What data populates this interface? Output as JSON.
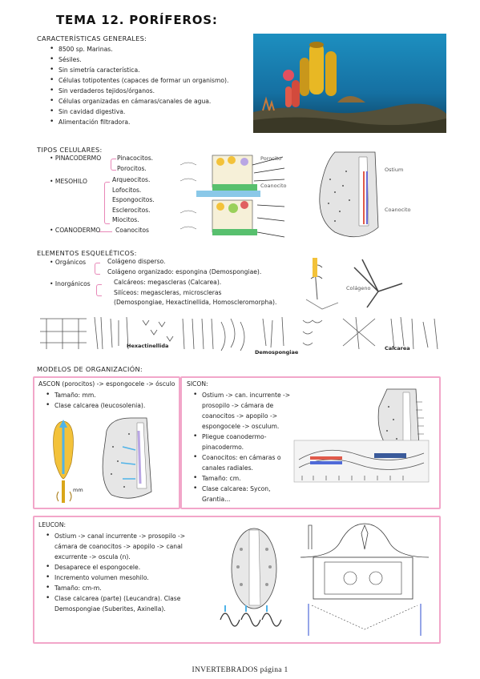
{
  "title": "TEMA 12. PORÍFEROS:",
  "general": {
    "heading": "CARACTERÍSTICAS GENERALES:",
    "items": [
      "8500 sp. Marinas.",
      "Sésiles.",
      "Sin simetría característica.",
      "Células totipotentes (capaces de formar un organismo).",
      "Sin verdaderos tejidos/órganos.",
      "Células organizadas en cámaras/canales de agua.",
      "Sin cavidad digestiva.",
      "Alimentación filtradora."
    ]
  },
  "cell_types": {
    "heading": "TIPOS CELULARES:",
    "pinacodermo": {
      "label": "PINACODERMO",
      "items": [
        "Pinacocitos.",
        "Porocitos."
      ]
    },
    "mesohilo": {
      "label": "MESOHILO",
      "items": [
        "Arqueocitos.",
        "Lofocitos.",
        "Espongocitos.",
        "Esclerocitos.",
        "Miocitos."
      ]
    },
    "coanodermo": {
      "label": "COANODERMO",
      "items": [
        "Coanocitos"
      ]
    }
  },
  "skeletal": {
    "heading": "ELEMENTOS ESQUELÉTICOS:",
    "organicos": {
      "label": "Orgánicos",
      "items": [
        "Colágeno disperso.",
        "Colágeno organizado: espongina (Demospongiae)."
      ]
    },
    "inorganicos": {
      "label": "Inorgánicos",
      "items": [
        "Calcáreos: megascleras (Calcarea).",
        "Silíceos: megascleras, microscleras",
        "(Demospongiae, Hexactinellida, Homoscleromorpha)."
      ]
    },
    "fig_labels": [
      "Hexactinellida",
      "Demospongiae",
      "Calcarea"
    ]
  },
  "models": {
    "heading": "MODELOS DE ORGANIZACIÓN:",
    "ascon": {
      "heading": "ASCON (porocitos) -> espongocele -> ósculo",
      "items": [
        "Tamaño: mm.",
        "Clase calcarea (leucosolenia)."
      ],
      "fig_label": "mm"
    },
    "sicon": {
      "heading": "SICON:",
      "items": [
        "Ostium -> can. incurrente -> prosopilo -> cámara de coanocitos -> apopilo -> espongocele -> osculum.",
        "Pliegue coanodermo-pinacodermo.",
        "Coanocitos: en cámaras o canales radiales.",
        "Tamaño: cm.",
        "Clase calcarea: Sycon, Grantia..."
      ]
    },
    "leucon": {
      "heading": "LEUCON:",
      "items": [
        "Ostium -> canal incurrente -> prosopilo -> cámara de coanocitos -> apopilo -> canal excurrente -> oscula (n).",
        "Desaparece el espongocele.",
        "Incremento volumen mesohilo.",
        "Tamaño: cm-m.",
        "Clase calcarea (parte) (Leucandra). Clase Demospongiae (Suberites, Axinella)."
      ]
    }
  },
  "footer": "INVERTEBRADOS página 1"
}
